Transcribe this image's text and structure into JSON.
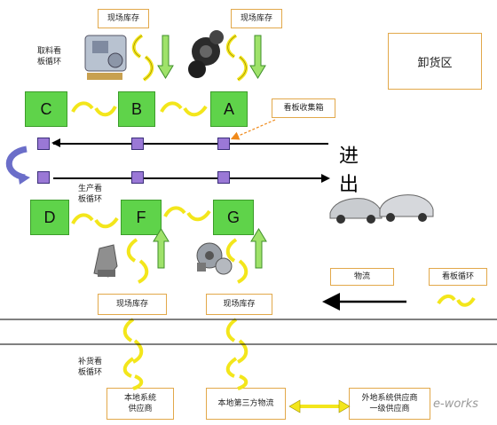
{
  "top_stock_left": "现场库存",
  "top_stock_right": "现场库存",
  "unloading_area": "卸货区",
  "pickup_loop": "取料看\n板循环",
  "kanban_collection_box": "看板收集箱",
  "stations_top": [
    "C",
    "B",
    "A"
  ],
  "stations_bottom": [
    "D",
    "F",
    "G"
  ],
  "in_label": "进",
  "out_label": "出",
  "production_loop": "生产看\n板循环",
  "stock_label": "物流",
  "kanban_loop": "看板循环",
  "bottom_stock_left": "现场库存",
  "bottom_stock_right": "现场库存",
  "replenish_loop": "补货看\n板循环",
  "local_supplier": "本地系统\n供应商",
  "local_3pl": "本地第三方物流",
  "external_supplier": "外地系统供应商\n一级供应商",
  "watermark": "e-works",
  "colors": {
    "station": "#5fd34a",
    "node": "#9a78d6",
    "arrow_yellow": "#f3e61b",
    "box_border": "#e2a84a"
  }
}
